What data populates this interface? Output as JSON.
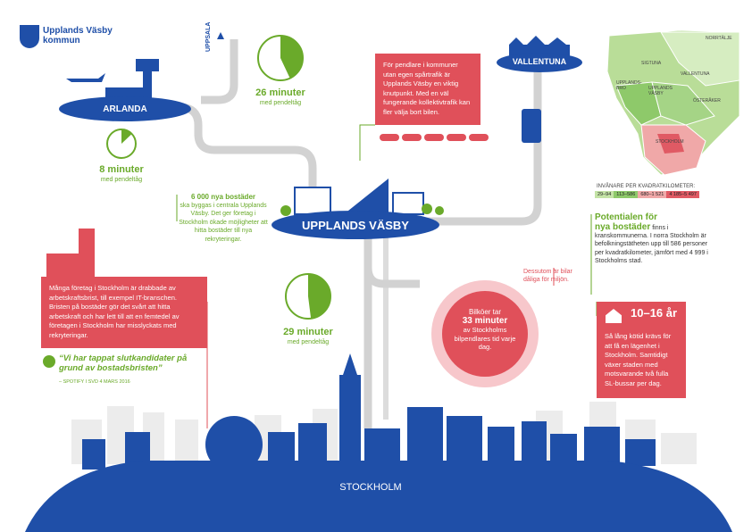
{
  "logo": {
    "line1": "Upplands Väsby",
    "line2": "kommun"
  },
  "places": {
    "arlanda": "ARLANDA",
    "vallentuna": "VALLENTUNA",
    "upplands_vasby": "UPPLANDS VÄSBY",
    "stockholm": "STOCKHOLM",
    "uppsala": "UPPSALA"
  },
  "commutes": {
    "uppsala": {
      "minutes": "26 minuter",
      "sub": "med pendeltåg",
      "fraction": 0.43
    },
    "arlanda": {
      "minutes": "8 minuter",
      "sub": "med pendeltåg",
      "fraction": 0.13
    },
    "stockholm": {
      "minutes": "29 minuter",
      "sub": "med pendeltåg",
      "fraction": 0.48
    }
  },
  "boxes": {
    "pendlare": "För pendlare i kommuner utan egen spårtrafik är Upplands Väsby en viktig knutpunkt. Med en väl fungerande kollektivtrafik kan fler välja bort bilen.",
    "foretag": "Många företag i Stockholm är drabbade av arbetskraftsbrist, till exempel IT-branschen. Bristen på bostäder gör det svårt att hitta arbetskraft och har lett till att en femtedel av företagen i Stockholm har misslyckats med rekryteringar.",
    "kotid_title": "10–16 år",
    "kotid": "Så lång kötid krävs för att få en lägenhet i Stockholm. Samtidigt växer staden med motsvarande två fulla SL-bussar per dag."
  },
  "bostader": {
    "title": "6 000 nya bostäder",
    "text": "ska byggas i centrala Upplands Väsby. Det ger företag i Stockholm ökade möjligheter att hitta bostäder till nya rekryteringar."
  },
  "bilko": {
    "line1": "Bilköer tar",
    "line2": "33 minuter",
    "line3": "av Stockholms bilpendlares tid varje dag.",
    "note": "Dessutom är bilar dåliga för miljön."
  },
  "quote": {
    "text": "“Vi har tappat slutkandidater på grund av bostadsbristen”",
    "source": "– SPOTIFY I SVD 4 MARS 2016"
  },
  "potential": {
    "title_line1": "Potentialen för",
    "title_line2": "nya bostäder",
    "title_tail": " finns i",
    "text": "kranskommunerna. I norra Stockholm är befolkningstätheten upp till 586 personer per kvadrat­kilometer, jämfört med 4 999 i Stockholms stad."
  },
  "map": {
    "labels": [
      "NORRTÄLJE",
      "SIGTUNA",
      "VALLENTUNA",
      "UPPLANDS-BRO",
      "UPPLANDS VÄSBY",
      "ÖSTERÅKER",
      "STOCKHOLM"
    ],
    "legend_title": "INVÅNARE PER KVADRATKILOMETER:",
    "legend": [
      {
        "label": "29–94",
        "color": "#c4e3a6"
      },
      {
        "label": "113–586",
        "color": "#8ec96a"
      },
      {
        "label": "680–1 521",
        "color": "#f0a8a8"
      },
      {
        "label": "4 185–5 497",
        "color": "#e05a64"
      }
    ]
  },
  "colors": {
    "blue": "#1f4fa8",
    "green": "#6aaa2a",
    "red": "#e0505a",
    "road": "#d2d2d2",
    "sky": "#e6e6e6"
  }
}
